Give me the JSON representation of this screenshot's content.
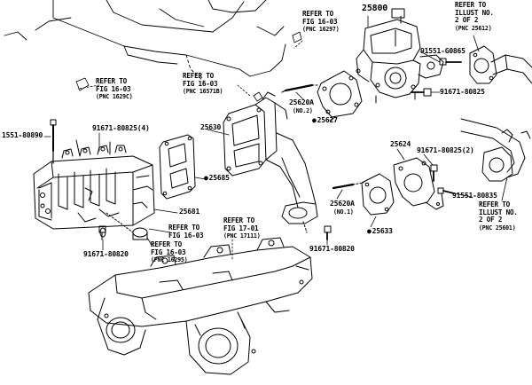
{
  "part_numbers": {
    "p25800": "25800",
    "p91551_g0865": "91551-G0865",
    "p91671_80825_top": "91671-80825",
    "p25620a_2": "25620A",
    "p25627": "25627",
    "p25630": "25630",
    "p1551_80890": "1551-80890",
    "p91671_80825_4": "91671-80825(4)",
    "p25685": "25685",
    "p25681": "25681",
    "p91671_80820_left": "91671-80820",
    "p25624": "25624",
    "p91671_80825_2": "91671-80825(2)",
    "p91551_80835": "91551-80835",
    "p25620a_1": "25620A",
    "p25633": "25633",
    "p91671_80820_mid": "91671-80820"
  },
  "qualifiers": {
    "no2": "(NO.2)",
    "no1": "(NO.1)"
  },
  "references": {
    "fig_16_03_top": {
      "line1": "REFER TO",
      "line2": "FIG 16-03",
      "pnc": "(PNC 16297)"
    },
    "illust_top": {
      "line1": "REFER TO",
      "line2": "ILLUST NO.",
      "line3": "2 OF 2",
      "pnc": "(PNC 25612)"
    },
    "fig_16_03_left": {
      "line1": "REFER TO",
      "line2": "FIG 16-03",
      "pnc": "(PNC 1629C)"
    },
    "fig_16_03_mid": {
      "line1": "REFER TO",
      "line2": "FIG 16-03",
      "pnc": "(PNC 16571B)"
    },
    "fig_16_03_a": {
      "line1": "REFER TO",
      "line2": "FIG 16-03"
    },
    "fig_16_03_b": {
      "line1": "REFER TO",
      "line2": "FIG 16-03",
      "pnc": "(PNC 16295)"
    },
    "fig_17_01": {
      "line1": "REFER TO",
      "line2": "FIG 17-01",
      "pnc": "(PNC 17111)"
    },
    "illust_right": {
      "line1": "REFER TO",
      "line2": "ILLUST NO.",
      "line3": "2 OF 2",
      "pnc": "(PNC 25601)"
    }
  }
}
